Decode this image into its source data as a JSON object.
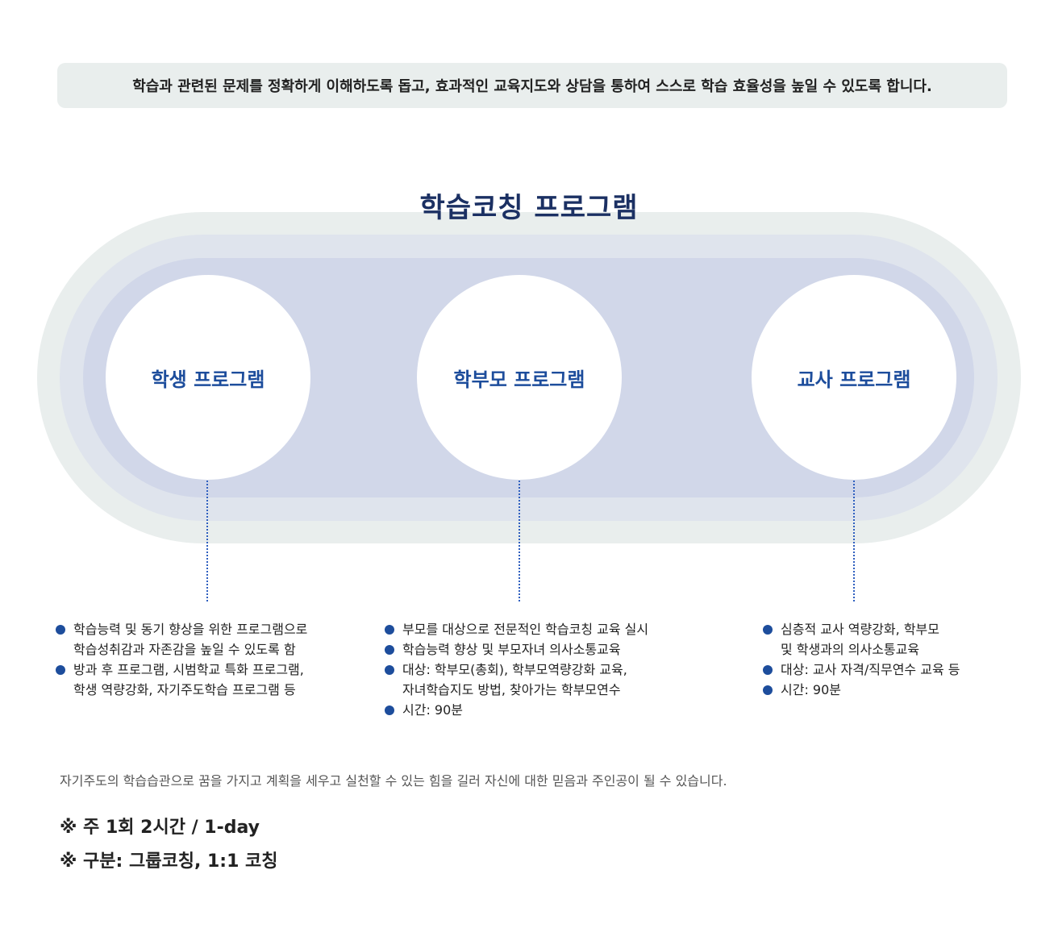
{
  "intro": "학습과 관련된 문제를 정확하게 이해하도록 돕고, 효과적인 교육지도와 상담을 통하여 스스로 학습 효율성을 높일 수 있도록 합니다.",
  "diagram": {
    "title": "학습코칭 프로그램",
    "programs": [
      {
        "name": "학생 프로그램",
        "bullets": [
          "학습능력 및 동기 향상을 위한 프로그램으로\n학습성취감과 자존감을 높일 수 있도록 함",
          "방과 후 프로그램, 시범학교 특화 프로그램,\n학생 역량강화, 자기주도학습 프로그램 등"
        ]
      },
      {
        "name": "학부모 프로그램",
        "bullets": [
          "부모를 대상으로 전문적인 학습코칭 교육 실시",
          "학습능력 향상 및 부모자녀 의사소통교육",
          "대상: 학부모(총회), 학부모역량강화 교육,\n자녀학습지도 방법, 찾아가는 학부모연수",
          "시간: 90분"
        ]
      },
      {
        "name": "교사 프로그램",
        "bullets": [
          "심층적 교사 역량강화, 학부모\n및 학생과의 의사소통교육",
          "대상: 교사 자격/직무연수 교육 등",
          "시간: 90분"
        ]
      }
    ]
  },
  "footer": {
    "summary": "자기주도의 학습습관으로 꿈을 가지고 계획을 세우고 실천할 수 있는 힘을 길러 자신에 대한 믿음과 주인공이 될 수 있습니다.",
    "notes": [
      "※ 주 1회 2시간 / 1-day",
      "※ 구분: 그룹코칭, 1:1 코칭"
    ]
  },
  "colors": {
    "title": "#1b3063",
    "accent": "#1d4d9c",
    "band_outer": "#e9eeed",
    "band_mid": "#dfe4ed",
    "band_inner": "#d1d7e9"
  }
}
